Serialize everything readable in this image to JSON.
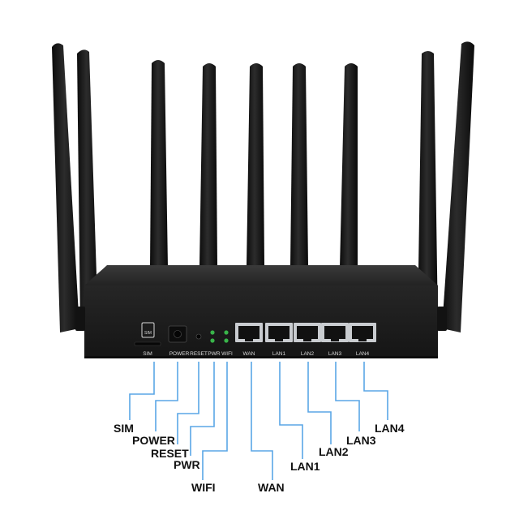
{
  "colors": {
    "body": "#1b1b1b",
    "body_top": "#2a2a2a",
    "antenna": "#141414",
    "port_metal": "#c9ccd0",
    "led": "#39b54a",
    "lead_line": "#5aa6e6"
  },
  "sim_icon_text": "SIM",
  "panel_labels": {
    "sim": "SIM",
    "power": "POWER",
    "reset": "RESET",
    "pwr": "PWR",
    "wifi": "WIFI",
    "wan": "WAN",
    "lan1": "LAN1",
    "lan2": "LAN2",
    "lan3": "LAN3",
    "lan4": "LAN4"
  },
  "callouts": {
    "sim": "SIM",
    "power": "POWER",
    "reset": "RESET",
    "pwr": "PWR",
    "wifi": "WIFI",
    "wan": "WAN",
    "lan1": "LAN1",
    "lan2": "LAN2",
    "lan3": "LAN3",
    "lan4": "LAN4"
  }
}
